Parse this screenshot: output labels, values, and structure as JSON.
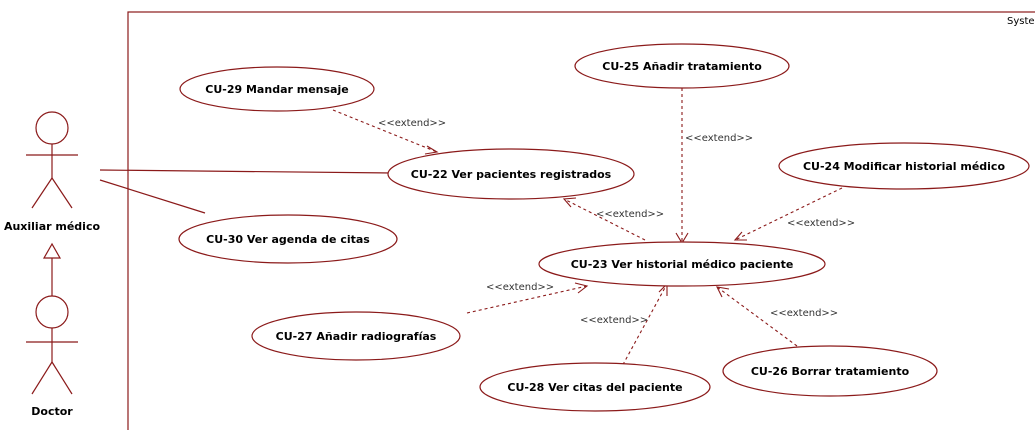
{
  "system": {
    "label": "Syste"
  },
  "actors": {
    "auxiliar": "Auxiliar médico",
    "doctor": "Doctor"
  },
  "use_cases": {
    "cu29": "CU-29 Mandar mensaje",
    "cu25": "CU-25 Añadir tratamiento",
    "cu22": "CU-22 Ver pacientes registrados",
    "cu24": "CU-24 Modificar historial médico",
    "cu30": "CU-30 Ver agenda de citas",
    "cu23": "CU-23 Ver historial médico paciente",
    "cu27": "CU-27 Añadir radiografías",
    "cu28": "CU-28 Ver citas del paciente",
    "cu26": "CU-26 Borrar tratamiento"
  },
  "relations": {
    "extend": "<<extend>>"
  },
  "colors": {
    "stroke": "#8b1a1a",
    "background": "#ffffff"
  }
}
